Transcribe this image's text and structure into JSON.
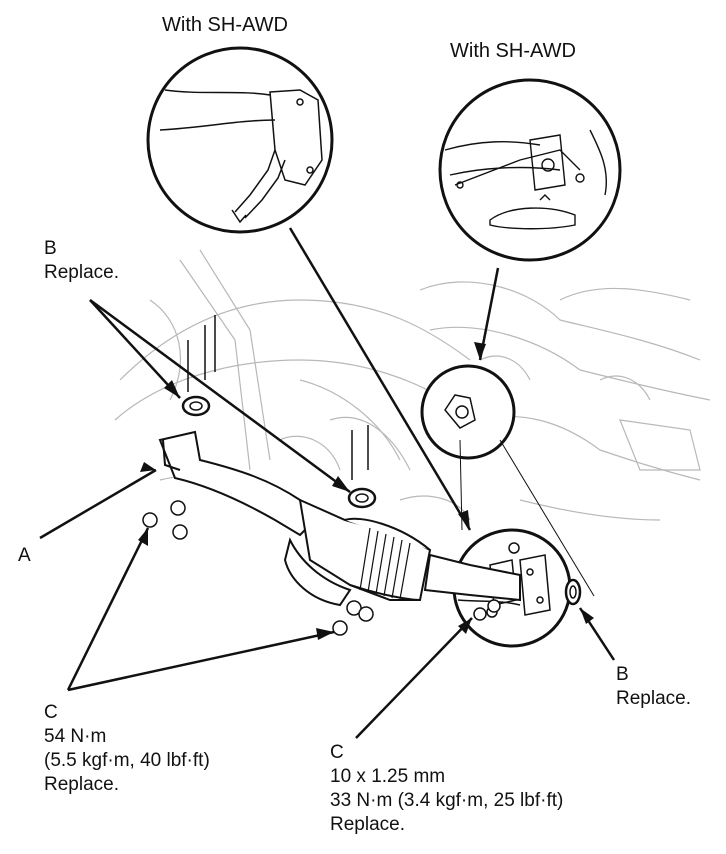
{
  "callouts": {
    "sh_awd_left": "With SH-AWD",
    "sh_awd_right": "With SH-AWD",
    "b_top": {
      "letter": "B",
      "text": "Replace."
    },
    "b_right": {
      "letter": "B",
      "text": "Replace."
    },
    "a": {
      "letter": "A"
    },
    "c_left": {
      "letter": "C",
      "lines": [
        "54 N·m",
        "(5.5 kgf·m, 40 lbf·ft)",
        "Replace."
      ]
    },
    "c_right": {
      "letter": "C",
      "lines": [
        "10 x 1.25 mm",
        "33 N·m (3.4 kgf·m, 25 lbf·ft)",
        "Replace."
      ]
    }
  },
  "colors": {
    "ink": "#111111",
    "sketch": "#b8b8b8",
    "background": "#ffffff"
  }
}
